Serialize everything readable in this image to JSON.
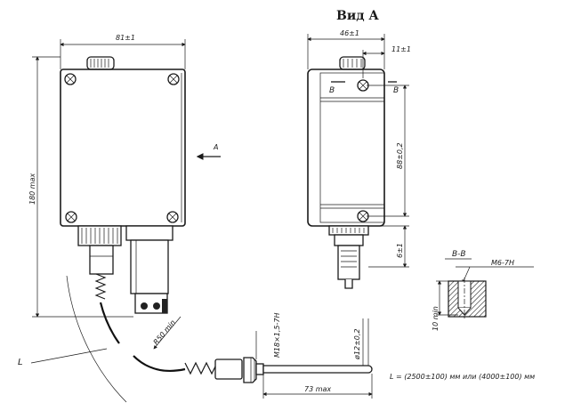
{
  "view_title": "Вид А",
  "front_view": {
    "width_label": "81±1",
    "height_label": "180 max",
    "view_arrow_label": "A",
    "bend_radius_label": "R50 min",
    "length_label": "L"
  },
  "side_view": {
    "width_label": "46±1",
    "offset_label": "11±1",
    "section_mark_left": "В",
    "section_mark_right": "В",
    "height_label": "88±0,2",
    "bottom_label": "6±1"
  },
  "probe": {
    "thread_label": "M18×1,5-7H",
    "diameter_label": "ø12±0,2",
    "length_label": "73 max"
  },
  "section_bb": {
    "title": "В-В",
    "thread_label": "M6-7H",
    "depth_label": "10 min"
  },
  "length_note": "L = (2500±100) мм или (4000±100) мм"
}
